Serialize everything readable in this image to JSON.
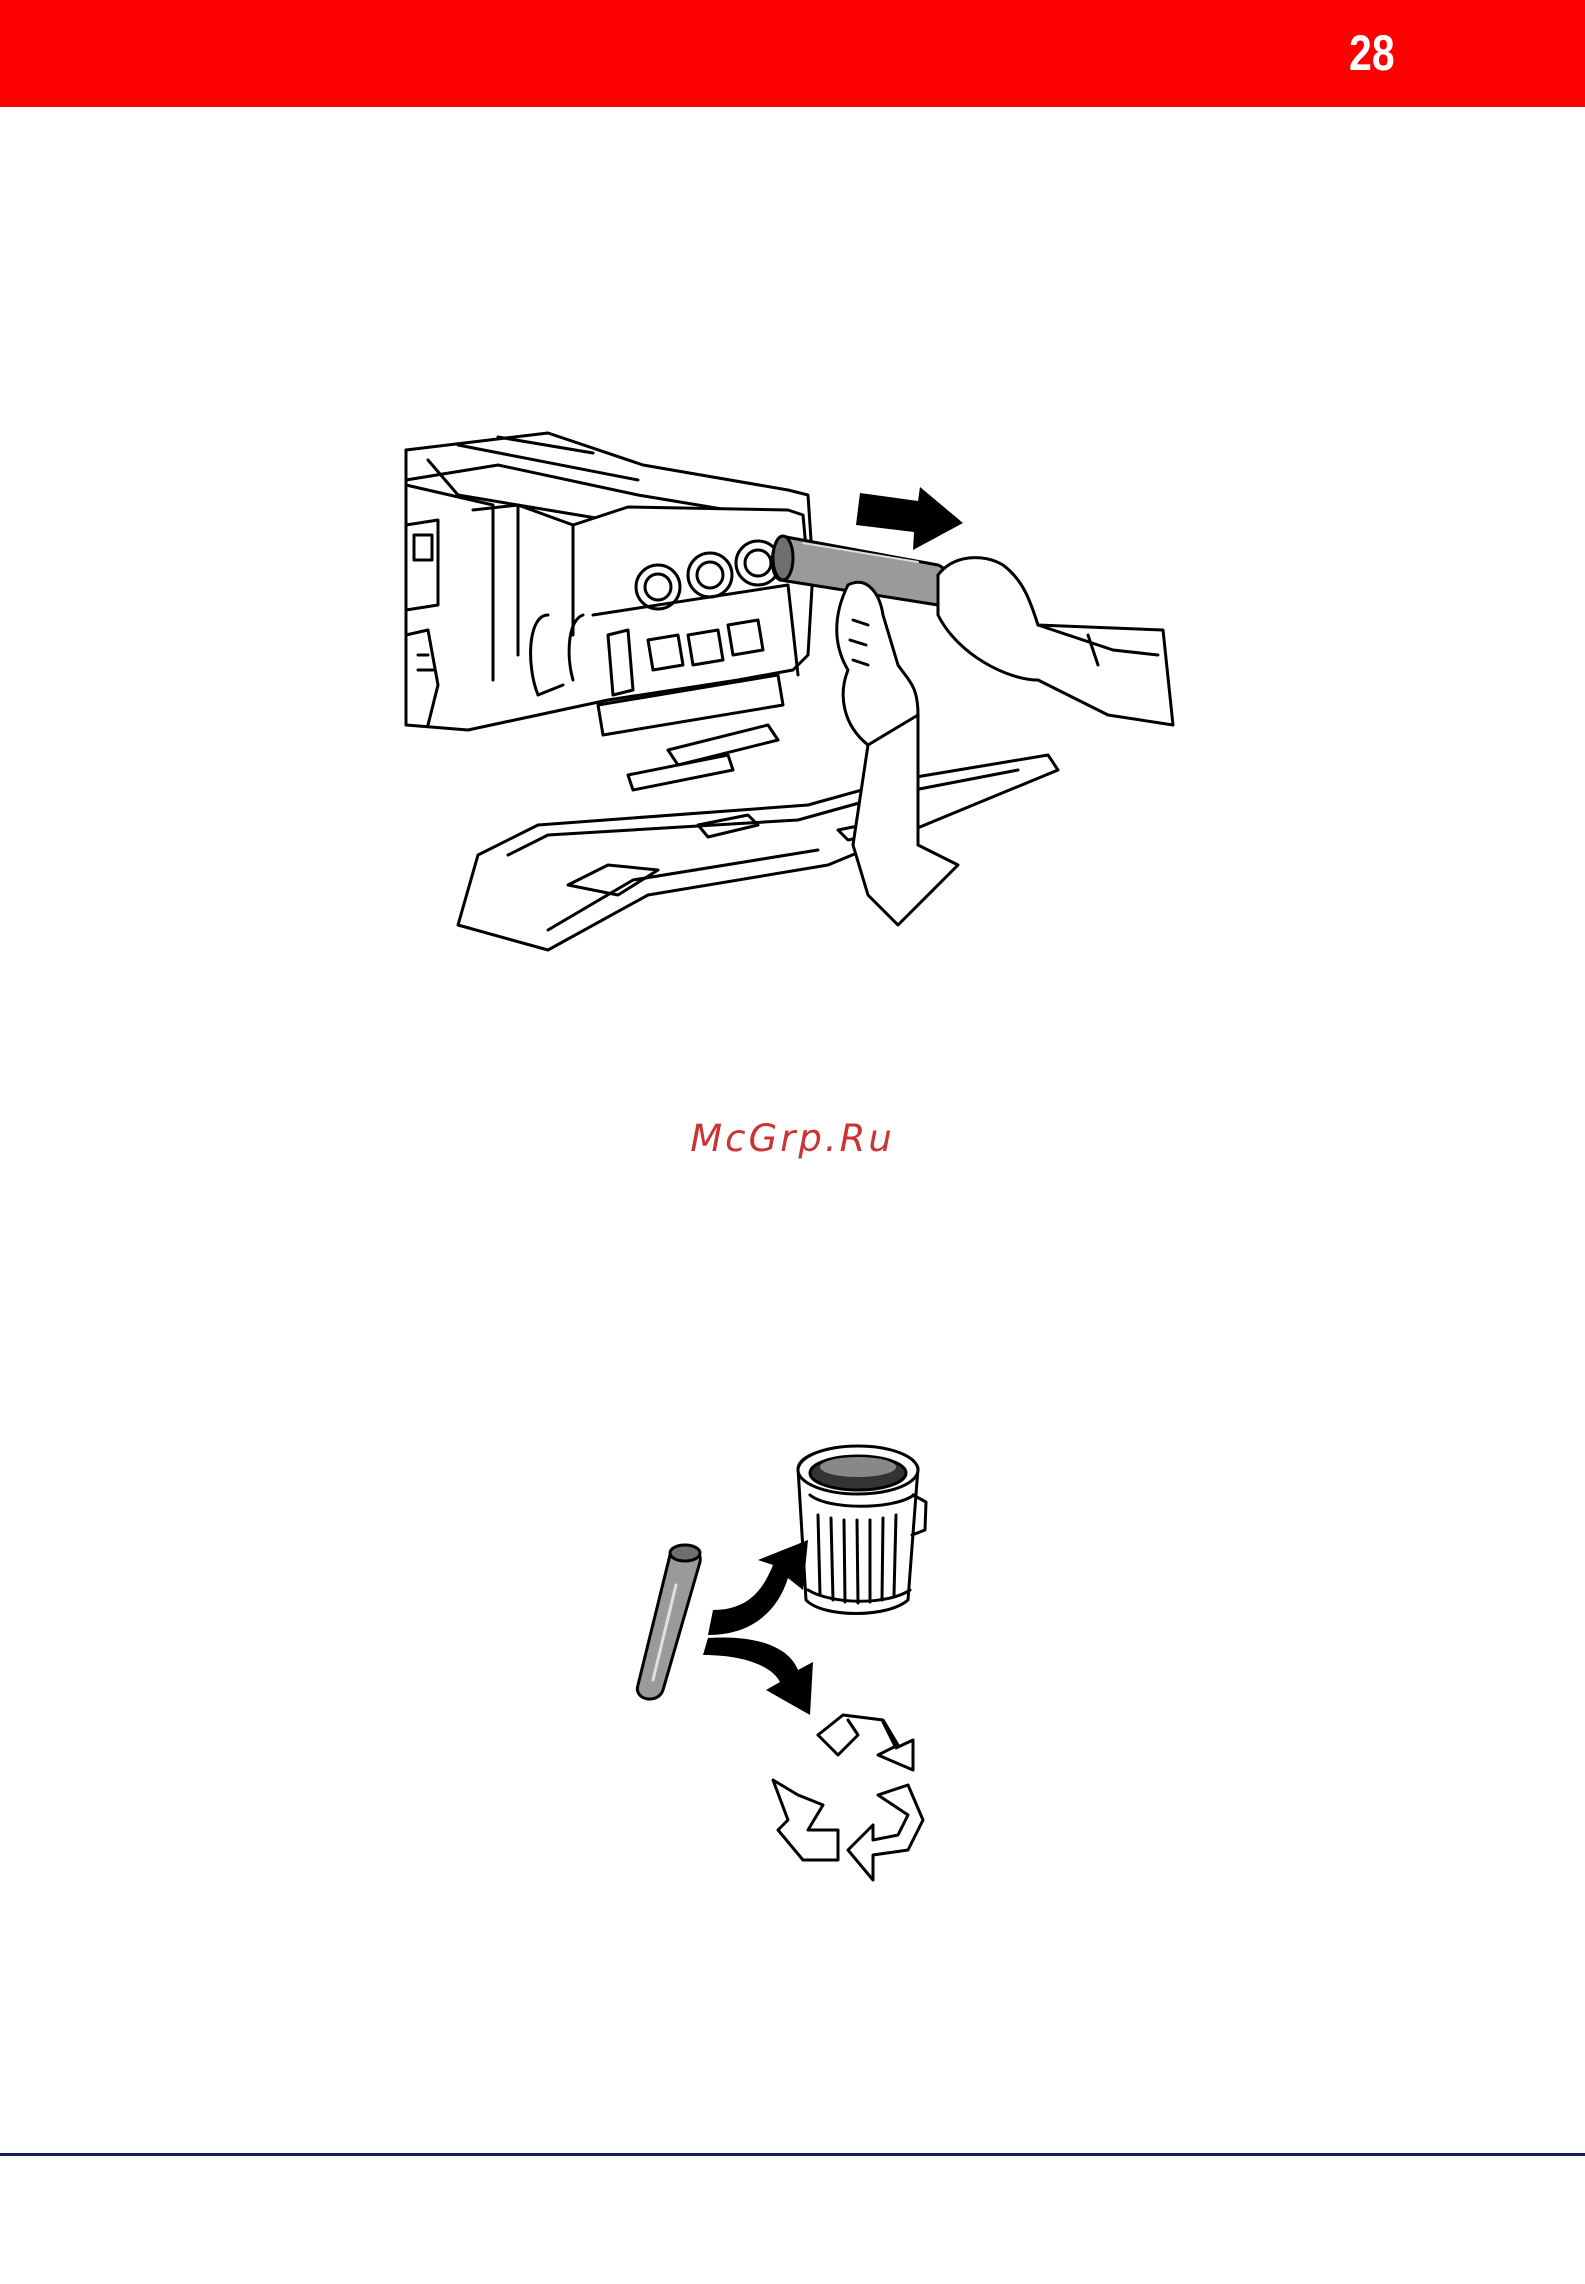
{
  "header": {
    "page_number": "28",
    "bar_color": "#ff0000"
  },
  "watermark": {
    "text": "McGrp.Ru",
    "color": "#cc3333"
  },
  "figures": {
    "printer_illustration": {
      "icon": "printer-toner-removal-illustration",
      "arrow": "arrow-right-icon"
    },
    "disposal_illustration": {
      "icon": "toner-disposal-recycle-illustration",
      "trash": "trash-can-icon",
      "recycle": "recycle-icon"
    }
  },
  "footer": {
    "rule_color": "#1a1a5e"
  }
}
